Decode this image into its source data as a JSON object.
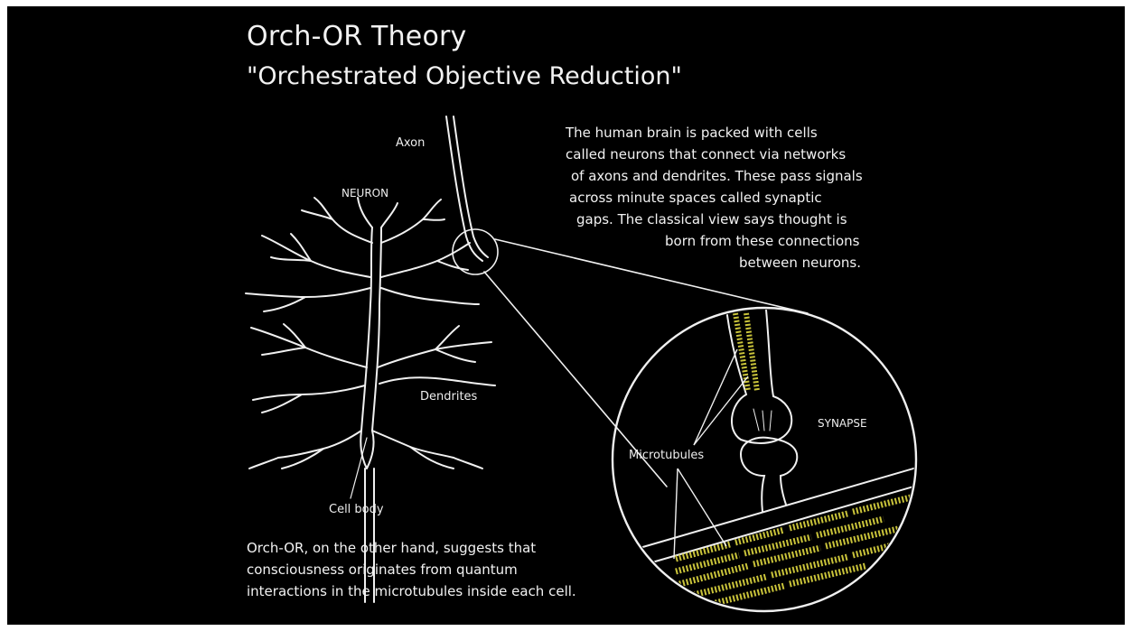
{
  "title": "Orch-OR Theory",
  "subtitle": "\"Orchestrated Objective Reduction\"",
  "intro_lines": [
    "The human brain is packed with cells",
    "called neurons that connect via networks",
    "of axons and dendrites. These pass signals",
    "across minute spaces called synaptic",
    "gaps. The classical view says thought is",
    "born from these connections",
    "between neurons."
  ],
  "outro_lines": [
    "Orch-OR, on the other hand, suggests that",
    "consciousness originates from quantum",
    "interactions in the microtubules inside each cell."
  ],
  "labels": {
    "axon": "Axon",
    "neuron": "NEURON",
    "dendrites": "Dendrites",
    "cell_body": "Cell body",
    "synapse": "SYNAPSE",
    "microtubules": "Microtubules"
  },
  "colors": {
    "background": "#000000",
    "line": "#f0f0f0",
    "microtubule": "#c9c33a"
  }
}
